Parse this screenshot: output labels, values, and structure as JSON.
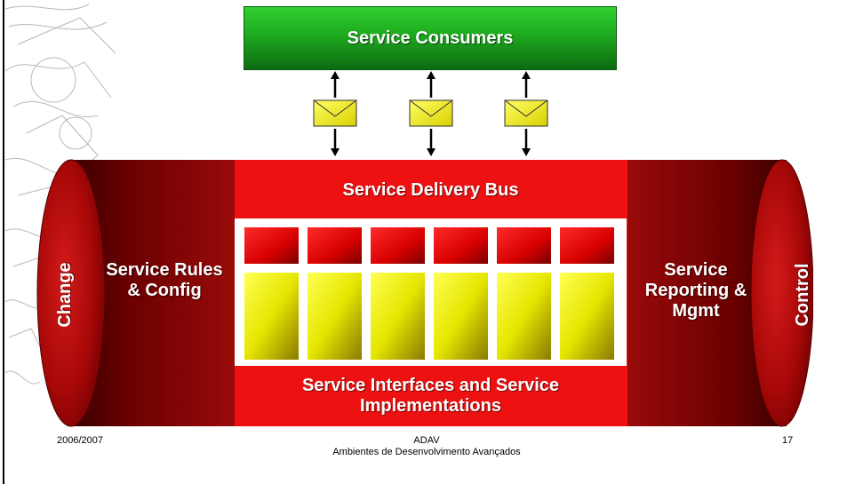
{
  "consumers": {
    "label": "Service Consumers"
  },
  "bus": {
    "delivery": "Service Delivery Bus",
    "interfaces": "Service Interfaces and Service Implementations"
  },
  "left": {
    "rules": "Service Rules & Config",
    "change": "Change"
  },
  "right": {
    "reporting": "Service Reporting & Mgmt",
    "control": "Control"
  },
  "footer": {
    "date": "2006/2007",
    "course": "ADAV",
    "course_full": "Ambientes de Desenvolvimento Avançados",
    "page": "17"
  },
  "colors": {
    "consumer_green": "#1ea91e",
    "bus_red": "#ee1111",
    "barrel_dark_red": "#7a0000",
    "component_yellow": "#ffff33",
    "envelope_yellow": "#ffff00"
  },
  "components": {
    "count": 6
  },
  "icons": [
    "envelope-icon",
    "arrow-up-icon",
    "arrow-down-icon"
  ]
}
